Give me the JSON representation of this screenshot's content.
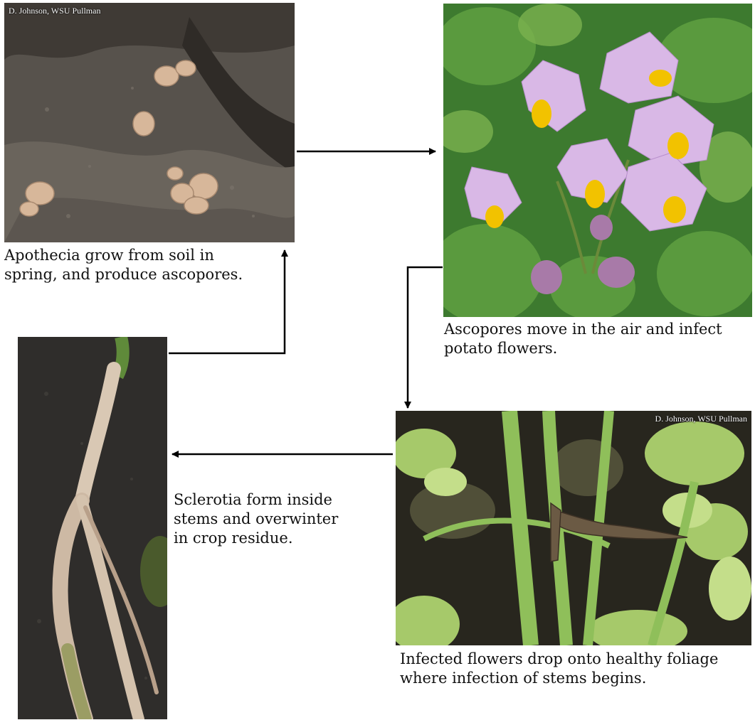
{
  "stages": {
    "apothecia": {
      "credit": "D. Johnson, WSU Pullman",
      "caption": [
        "Apothecia grow from soil in",
        "spring, and produce ascopores."
      ]
    },
    "flowers": {
      "caption": [
        "Ascopores move in the air and infect",
        "potato flowers."
      ]
    },
    "infection": {
      "credit": "D. Johnson, WSU Pullman",
      "caption": [
        "Infected flowers drop onto healthy foliage",
        "where infection of stems begins."
      ]
    },
    "sclerotia": {
      "caption": [
        "Sclerotia form inside",
        "stems and overwinter",
        "in crop residue."
      ]
    }
  },
  "colors": {
    "arrow": "#000000",
    "soil": "#4a4540",
    "foliage": "#4e8a3a",
    "flower": "#c9a0d8",
    "anther": "#f2c200"
  }
}
